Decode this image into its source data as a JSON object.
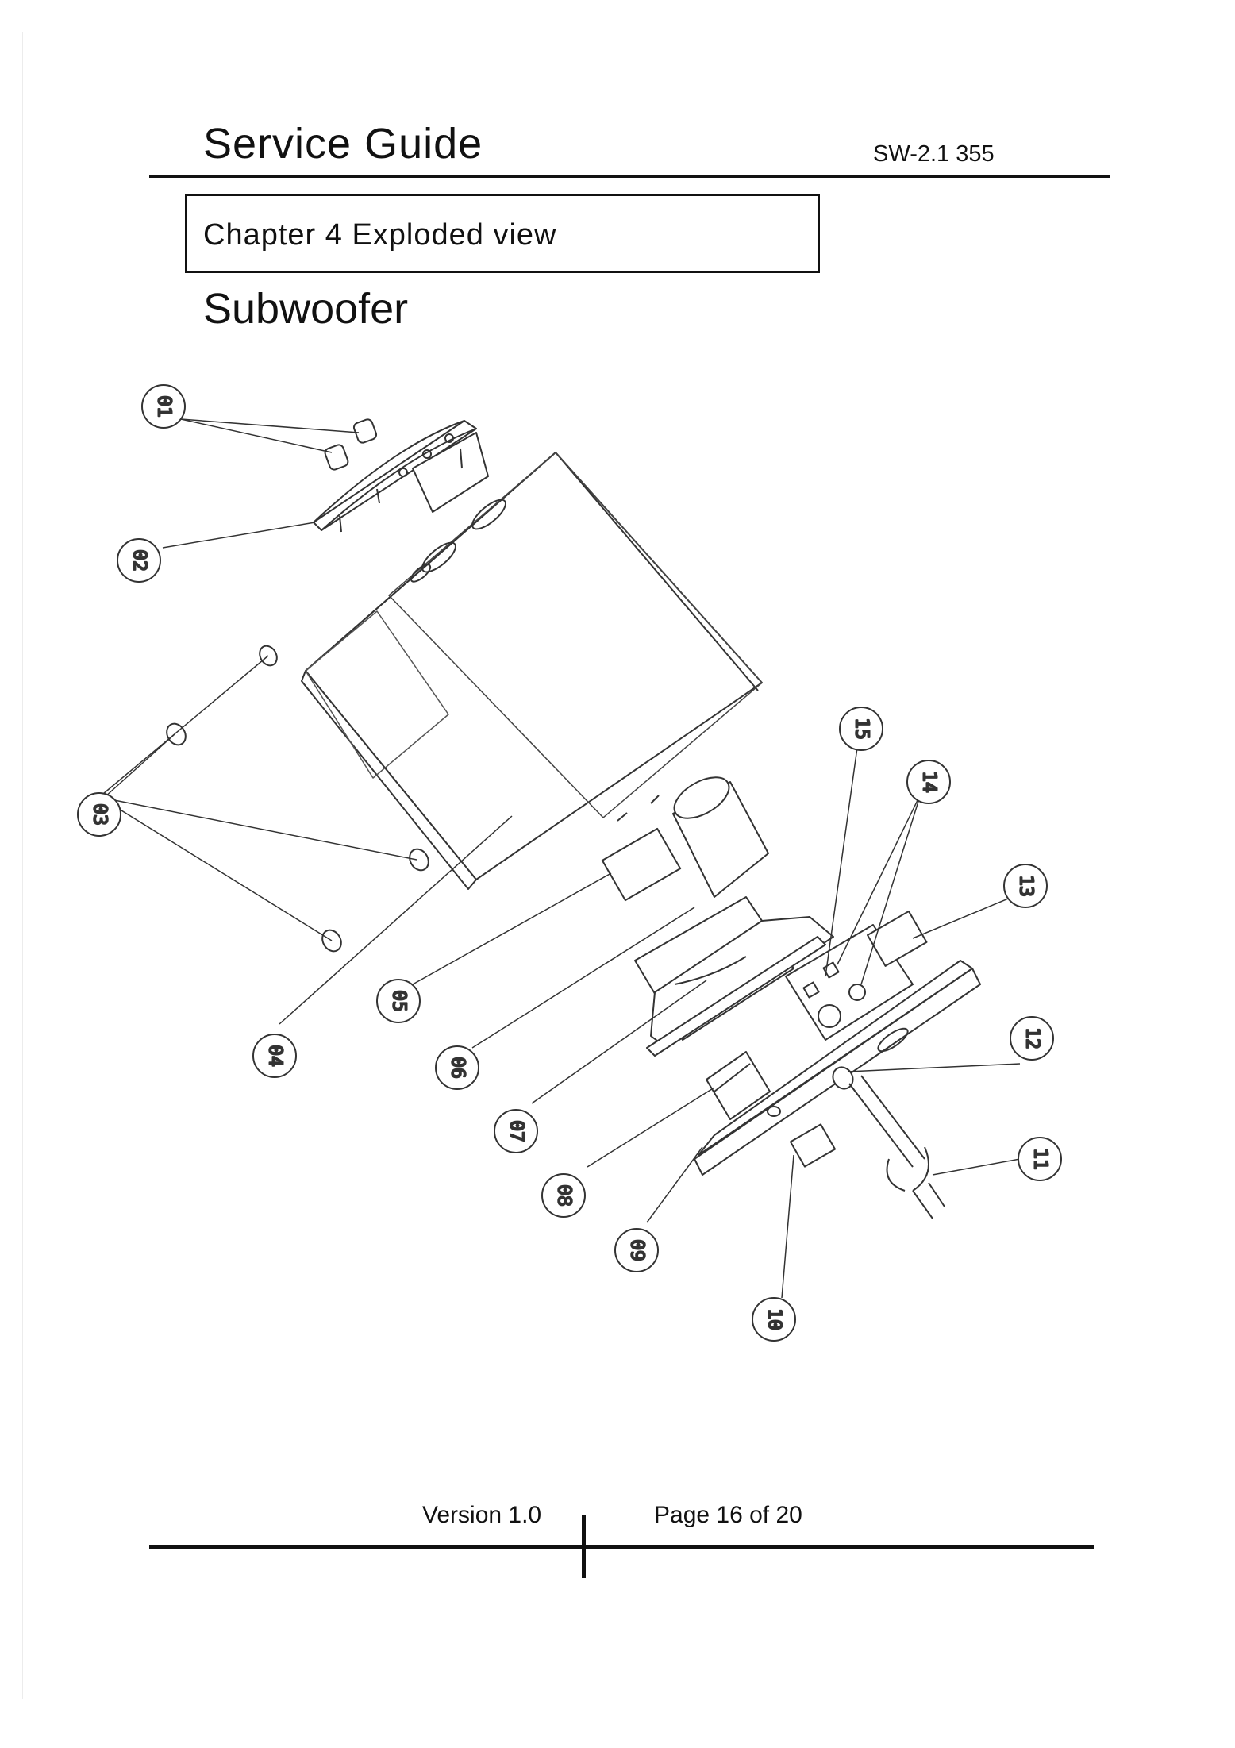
{
  "header": {
    "title": "Service Guide",
    "model": "SW-2.1 355"
  },
  "chapter": {
    "label": "Chapter 4 Exploded view"
  },
  "section": {
    "title": "Subwoofer"
  },
  "diagram": {
    "callouts": [
      "01",
      "02",
      "03",
      "04",
      "05",
      "06",
      "07",
      "08",
      "09",
      "10",
      "11",
      "12",
      "13",
      "14",
      "15"
    ]
  },
  "footer": {
    "version": "Version 1.0",
    "page": "Page 16 of 20"
  }
}
